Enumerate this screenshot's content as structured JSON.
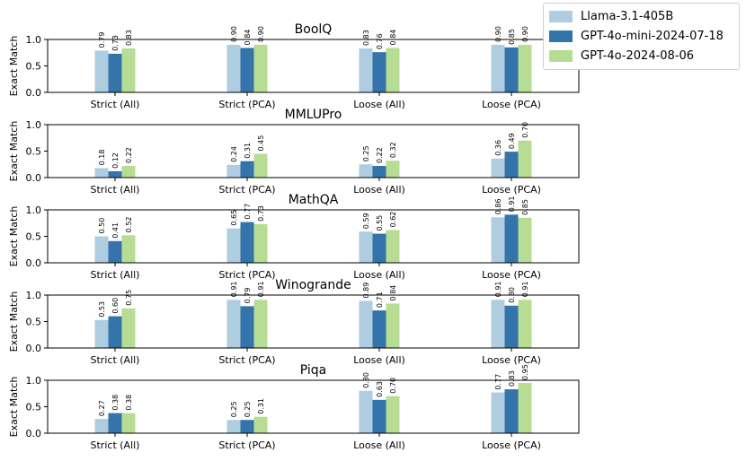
{
  "chart_data": [
    {
      "type": "bar",
      "title": "BoolQ",
      "ylabel": "Exact Match",
      "ylim": [
        0,
        1.0
      ],
      "yticks": [
        "0.0",
        "0.5",
        "1.0"
      ],
      "categories": [
        "Strict (All)",
        "Strict (PCA)",
        "Loose (All)",
        "Loose (PCA)"
      ],
      "series": [
        {
          "name": "Llama-3.1-405B",
          "values": [
            0.79,
            0.9,
            0.83,
            0.9
          ],
          "labels": [
            "0.79",
            "0.90",
            "0.83",
            "0.90"
          ]
        },
        {
          "name": "GPT-4o-mini-2024-07-18",
          "values": [
            0.73,
            0.84,
            0.76,
            0.85
          ],
          "labels": [
            "0.73",
            "0.84",
            "0.76",
            "0.85"
          ]
        },
        {
          "name": "GPT-4o-2024-08-06",
          "values": [
            0.83,
            0.9,
            0.84,
            0.9
          ],
          "labels": [
            "0.83",
            "0.90",
            "0.84",
            "0.90"
          ]
        }
      ]
    },
    {
      "type": "bar",
      "title": "MMLUPro",
      "ylabel": "Exact Match",
      "ylim": [
        0,
        1.0
      ],
      "yticks": [
        "0.0",
        "0.5",
        "1.0"
      ],
      "categories": [
        "Strict (All)",
        "Strict (PCA)",
        "Loose (All)",
        "Loose (PCA)"
      ],
      "series": [
        {
          "name": "Llama-3.1-405B",
          "values": [
            0.18,
            0.24,
            0.25,
            0.36
          ],
          "labels": [
            "0.18",
            "0.24",
            "0.25",
            "0.36"
          ]
        },
        {
          "name": "GPT-4o-mini-2024-07-18",
          "values": [
            0.12,
            0.31,
            0.22,
            0.49
          ],
          "labels": [
            "0.12",
            "0.31",
            "0.22",
            "0.49"
          ]
        },
        {
          "name": "GPT-4o-2024-08-06",
          "values": [
            0.22,
            0.45,
            0.32,
            0.7
          ],
          "labels": [
            "0.22",
            "0.45",
            "0.32",
            "0.70"
          ]
        }
      ]
    },
    {
      "type": "bar",
      "title": "MathQA",
      "ylabel": "Exact Match",
      "ylim": [
        0,
        1.0
      ],
      "yticks": [
        "0.0",
        "0.5",
        "1.0"
      ],
      "categories": [
        "Strict (All)",
        "Strict (PCA)",
        "Loose (All)",
        "Loose (PCA)"
      ],
      "series": [
        {
          "name": "Llama-3.1-405B",
          "values": [
            0.5,
            0.65,
            0.59,
            0.86
          ],
          "labels": [
            "0.50",
            "0.65",
            "0.59",
            "0.86"
          ]
        },
        {
          "name": "GPT-4o-mini-2024-07-18",
          "values": [
            0.41,
            0.77,
            0.55,
            0.91
          ],
          "labels": [
            "0.41",
            "0.77",
            "0.55",
            "0.91"
          ]
        },
        {
          "name": "GPT-4o-2024-08-06",
          "values": [
            0.52,
            0.73,
            0.62,
            0.85
          ],
          "labels": [
            "0.52",
            "0.73",
            "0.62",
            "0.85"
          ]
        }
      ]
    },
    {
      "type": "bar",
      "title": "Winogrande",
      "ylabel": "Exact Match",
      "ylim": [
        0,
        1.0
      ],
      "yticks": [
        "0.0",
        "0.5",
        "1.0"
      ],
      "categories": [
        "Strict (All)",
        "Strict (PCA)",
        "Loose (All)",
        "Loose (PCA)"
      ],
      "series": [
        {
          "name": "Llama-3.1-405B",
          "values": [
            0.53,
            0.91,
            0.89,
            0.91
          ],
          "labels": [
            "0.53",
            "0.91",
            "0.89",
            "0.91"
          ]
        },
        {
          "name": "GPT-4o-mini-2024-07-18",
          "values": [
            0.6,
            0.79,
            0.71,
            0.8
          ],
          "labels": [
            "0.60",
            "0.79",
            "0.71",
            "0.80"
          ]
        },
        {
          "name": "GPT-4o-2024-08-06",
          "values": [
            0.75,
            0.91,
            0.84,
            0.91
          ],
          "labels": [
            "0.75",
            "0.91",
            "0.84",
            "0.91"
          ]
        }
      ]
    },
    {
      "type": "bar",
      "title": "Piqa",
      "ylabel": "Exact Match",
      "ylim": [
        0,
        1.0
      ],
      "yticks": [
        "0.0",
        "0.5",
        "1.0"
      ],
      "categories": [
        "Strict (All)",
        "Strict (PCA)",
        "Loose (All)",
        "Loose (PCA)"
      ],
      "series": [
        {
          "name": "Llama-3.1-405B",
          "values": [
            0.27,
            0.25,
            0.8,
            0.77
          ],
          "labels": [
            "0.27",
            "0.25",
            "0.80",
            "0.77"
          ]
        },
        {
          "name": "GPT-4o-mini-2024-07-18",
          "values": [
            0.38,
            0.25,
            0.63,
            0.83
          ],
          "labels": [
            "0.38",
            "0.25",
            "0.63",
            "0.83"
          ]
        },
        {
          "name": "GPT-4o-2024-08-06",
          "values": [
            0.38,
            0.31,
            0.7,
            0.95
          ],
          "labels": [
            "0.38",
            "0.31",
            "0.70",
            "0.95"
          ]
        }
      ]
    }
  ],
  "legend": {
    "placement": "top-right",
    "items": [
      {
        "label": "Llama-3.1-405B",
        "color": "#aecde1"
      },
      {
        "label": "GPT-4o-mini-2024-07-18",
        "color": "#3474aa"
      },
      {
        "label": "GPT-4o-2024-08-06",
        "color": "#b7dc94"
      }
    ]
  },
  "colors": [
    "#aecde1",
    "#3474aa",
    "#b7dc94"
  ]
}
